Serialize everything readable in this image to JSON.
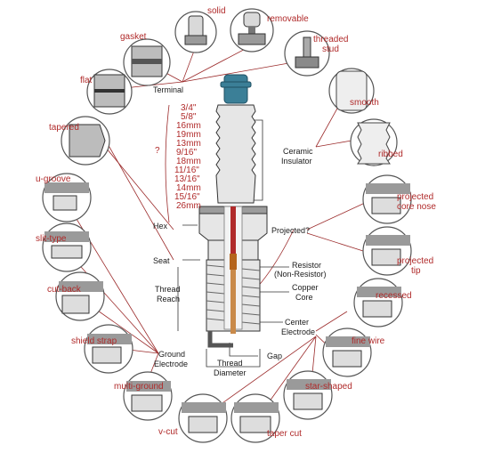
{
  "colors": {
    "label_red": "#b02a2a",
    "text_black": "#1a1a1a",
    "insulator_blue": "#3b7f97",
    "electrode_copper": "#b5651d"
  },
  "terminal_types": {
    "solid": "solid",
    "removable": "removable",
    "threaded_stud_1": "threaded",
    "threaded_stud_2": "stud",
    "terminal": "Terminal"
  },
  "insulator": {
    "smooth": "smooth",
    "ribbed": "ribbed",
    "ceramic_1": "Ceramic",
    "ceramic_2": "Insulator"
  },
  "seat_types": {
    "gasket": "gasket",
    "flat": "flat",
    "tapered": "tapered",
    "seat": "Seat"
  },
  "hex_sizes": [
    "3/4\"",
    "5/8\"",
    "16mm",
    "19mm",
    "13mm",
    "9/16\"",
    "18mm",
    "11/16\"",
    "13/16\"",
    "14mm",
    "15/16\"",
    "26mm"
  ],
  "hex_question": "?",
  "hex_label": "Hex",
  "ground_types": [
    "u-groove",
    "slit-type",
    "cut-back",
    "shield strap",
    "multi-ground",
    "v-cut",
    "taper cut",
    "star-shaped",
    "fine wire",
    "recessed"
  ],
  "ground_label_1": "Ground",
  "ground_label_2": "Electrode",
  "projected": {
    "question": "Projected?",
    "core_nose_1": "projected",
    "core_nose_2": "core nose",
    "tip_1": "projected",
    "tip_2": "tip"
  },
  "labels": {
    "resistor_1": "Resistor",
    "resistor_2": "(Non-Resistor)",
    "copper_1": "Copper",
    "copper_2": "Core",
    "center_1": "Center",
    "center_2": "Electrode",
    "thread_reach_1": "Thread",
    "thread_reach_2": "Reach",
    "thread_diameter_1": "Thread",
    "thread_diameter_2": "Diameter",
    "gap": "Gap"
  }
}
